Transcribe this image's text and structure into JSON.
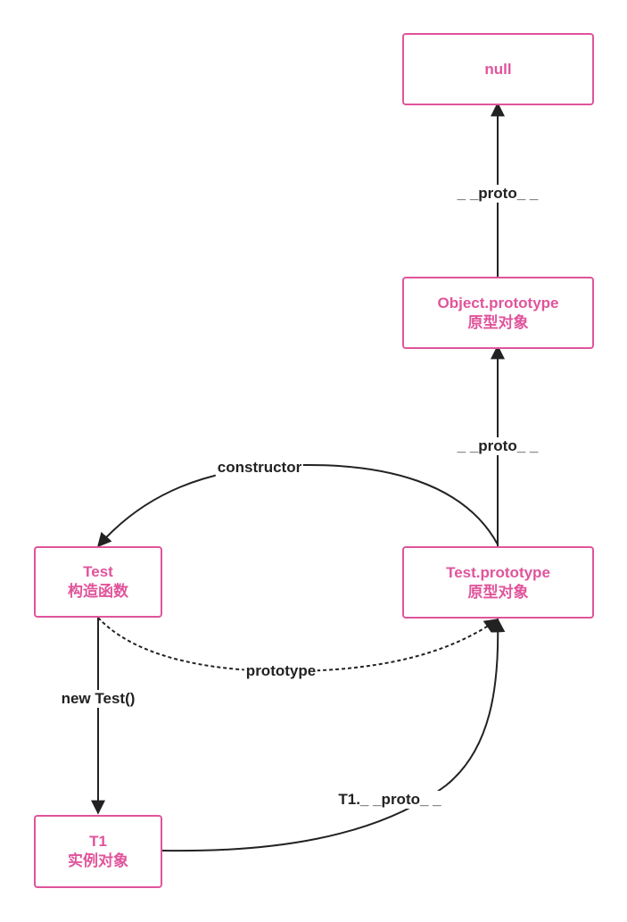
{
  "nodes": {
    "null_node": {
      "line1": "null"
    },
    "object_prototype": {
      "line1": "Object.prototype",
      "line2": "原型对象"
    },
    "test_constructor": {
      "line1": "Test",
      "line2": "构造函数"
    },
    "test_prototype": {
      "line1": "Test.prototype",
      "line2": "原型对象"
    },
    "t1_instance": {
      "line1": "T1",
      "line2": "实例对象"
    }
  },
  "edges": {
    "objproto_to_null": "_ _proto_ _",
    "testproto_to_objproto": "_ _proto_ _",
    "constructor": "constructor",
    "prototype": "prototype",
    "new_test": "new Test()",
    "t1_proto": "T1._ _proto_ _"
  },
  "colors": {
    "node_border": "#e0549b",
    "node_text": "#e0549b",
    "edge": "#222222",
    "label_text": "#222222"
  }
}
